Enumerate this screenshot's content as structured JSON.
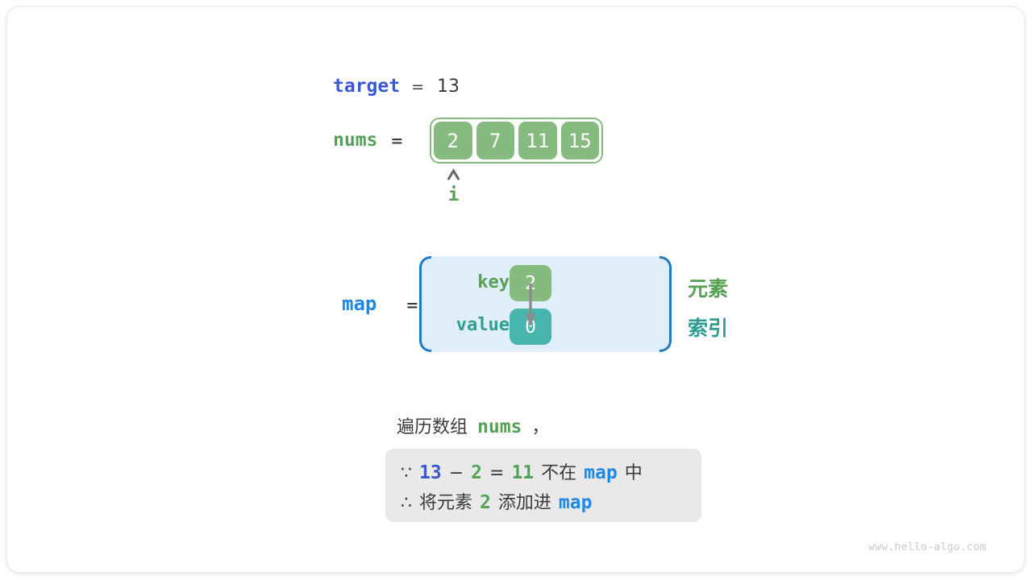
{
  "colors": {
    "indigo": "#3A57D4",
    "blue": "#1E88E5",
    "green_text": "#56A156",
    "teal_text": "#2F9D92",
    "green_fill": "#86BB80",
    "teal_fill": "#48B5AC",
    "bracket_blue": "#1F7AC4",
    "map_bg": "#DFEEF9",
    "note_bg": "#E9E9E9",
    "dark": "#3B3B3B",
    "arrow_gray": "#8C8C8C",
    "caret_gray": "#666666",
    "watermark": "#C9C9C9"
  },
  "target_line": {
    "label": "target",
    "eq": "=",
    "value": "13"
  },
  "nums_line": {
    "label": "nums",
    "eq": "=",
    "cells": [
      "2",
      "7",
      "11",
      "15"
    ],
    "pointer": "i"
  },
  "map_block": {
    "label": "map",
    "eq": "=",
    "key_label": "key",
    "key_cell": "2",
    "value_label": "value",
    "value_cell": "0",
    "legend_element": "元素",
    "legend_index": "索引"
  },
  "caption": {
    "prefix": "遍历数组",
    "code": "nums",
    "comma": "，"
  },
  "note": {
    "line1": [
      {
        "text": "∵",
        "color": "plain"
      },
      {
        "text": "13",
        "color": "indigo"
      },
      {
        "text": "−",
        "color": "plain"
      },
      {
        "text": "2",
        "color": "green"
      },
      {
        "text": "=",
        "color": "plain"
      },
      {
        "text": "11",
        "color": "green"
      },
      {
        "text": "不在",
        "color": "plain"
      },
      {
        "text": "map",
        "color": "blue"
      },
      {
        "text": "中",
        "color": "plain"
      }
    ],
    "line2": [
      {
        "text": "∴",
        "color": "plain"
      },
      {
        "text": "将元素",
        "color": "plain"
      },
      {
        "text": "2",
        "color": "green"
      },
      {
        "text": "添加进",
        "color": "plain"
      },
      {
        "text": "map",
        "color": "blue"
      }
    ]
  },
  "watermark": "www.hello-algo.com"
}
